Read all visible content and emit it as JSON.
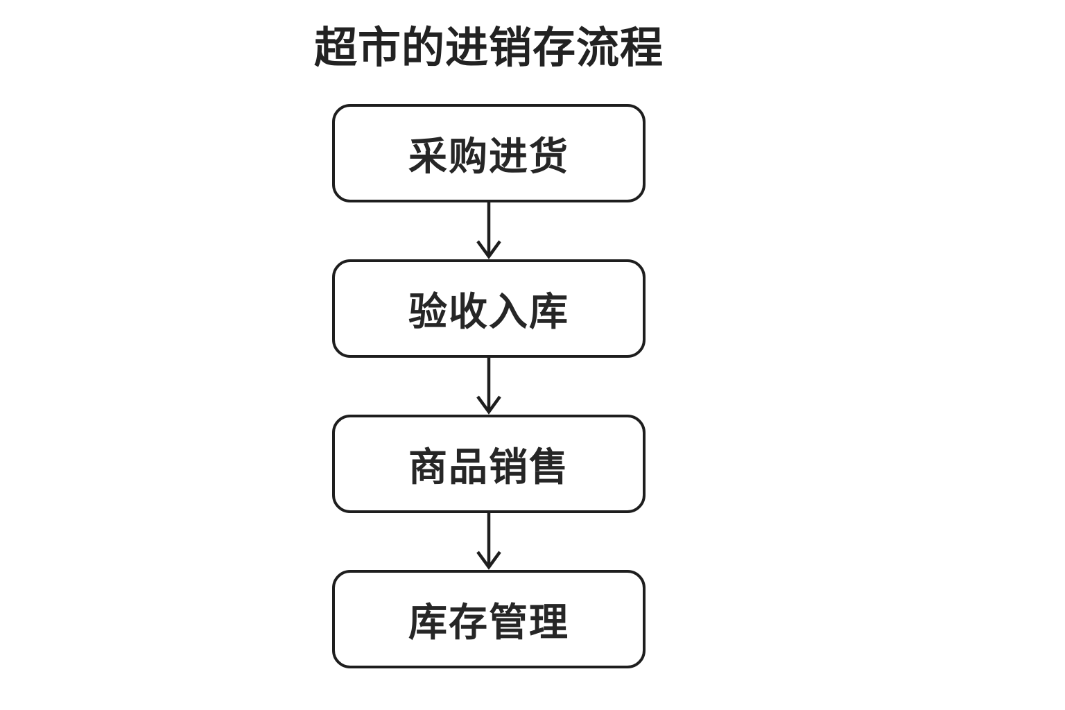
{
  "diagram": {
    "title": "超市的进销存流程",
    "type": "flowchart",
    "direction": "top-to-bottom",
    "colors": {
      "background": "#ffffff",
      "node_fill": "#ffffff",
      "stroke": "#1e1e1e",
      "text": "#262626"
    },
    "nodes": [
      {
        "id": "node-1",
        "label": "采购进货"
      },
      {
        "id": "node-2",
        "label": "验收入库"
      },
      {
        "id": "node-3",
        "label": "商品销售"
      },
      {
        "id": "node-4",
        "label": "库存管理"
      }
    ],
    "edges": [
      {
        "from": "采购进货",
        "to": "验收入库"
      },
      {
        "from": "验收入库",
        "to": "商品销售"
      },
      {
        "from": "商品销售",
        "to": "库存管理"
      }
    ]
  }
}
